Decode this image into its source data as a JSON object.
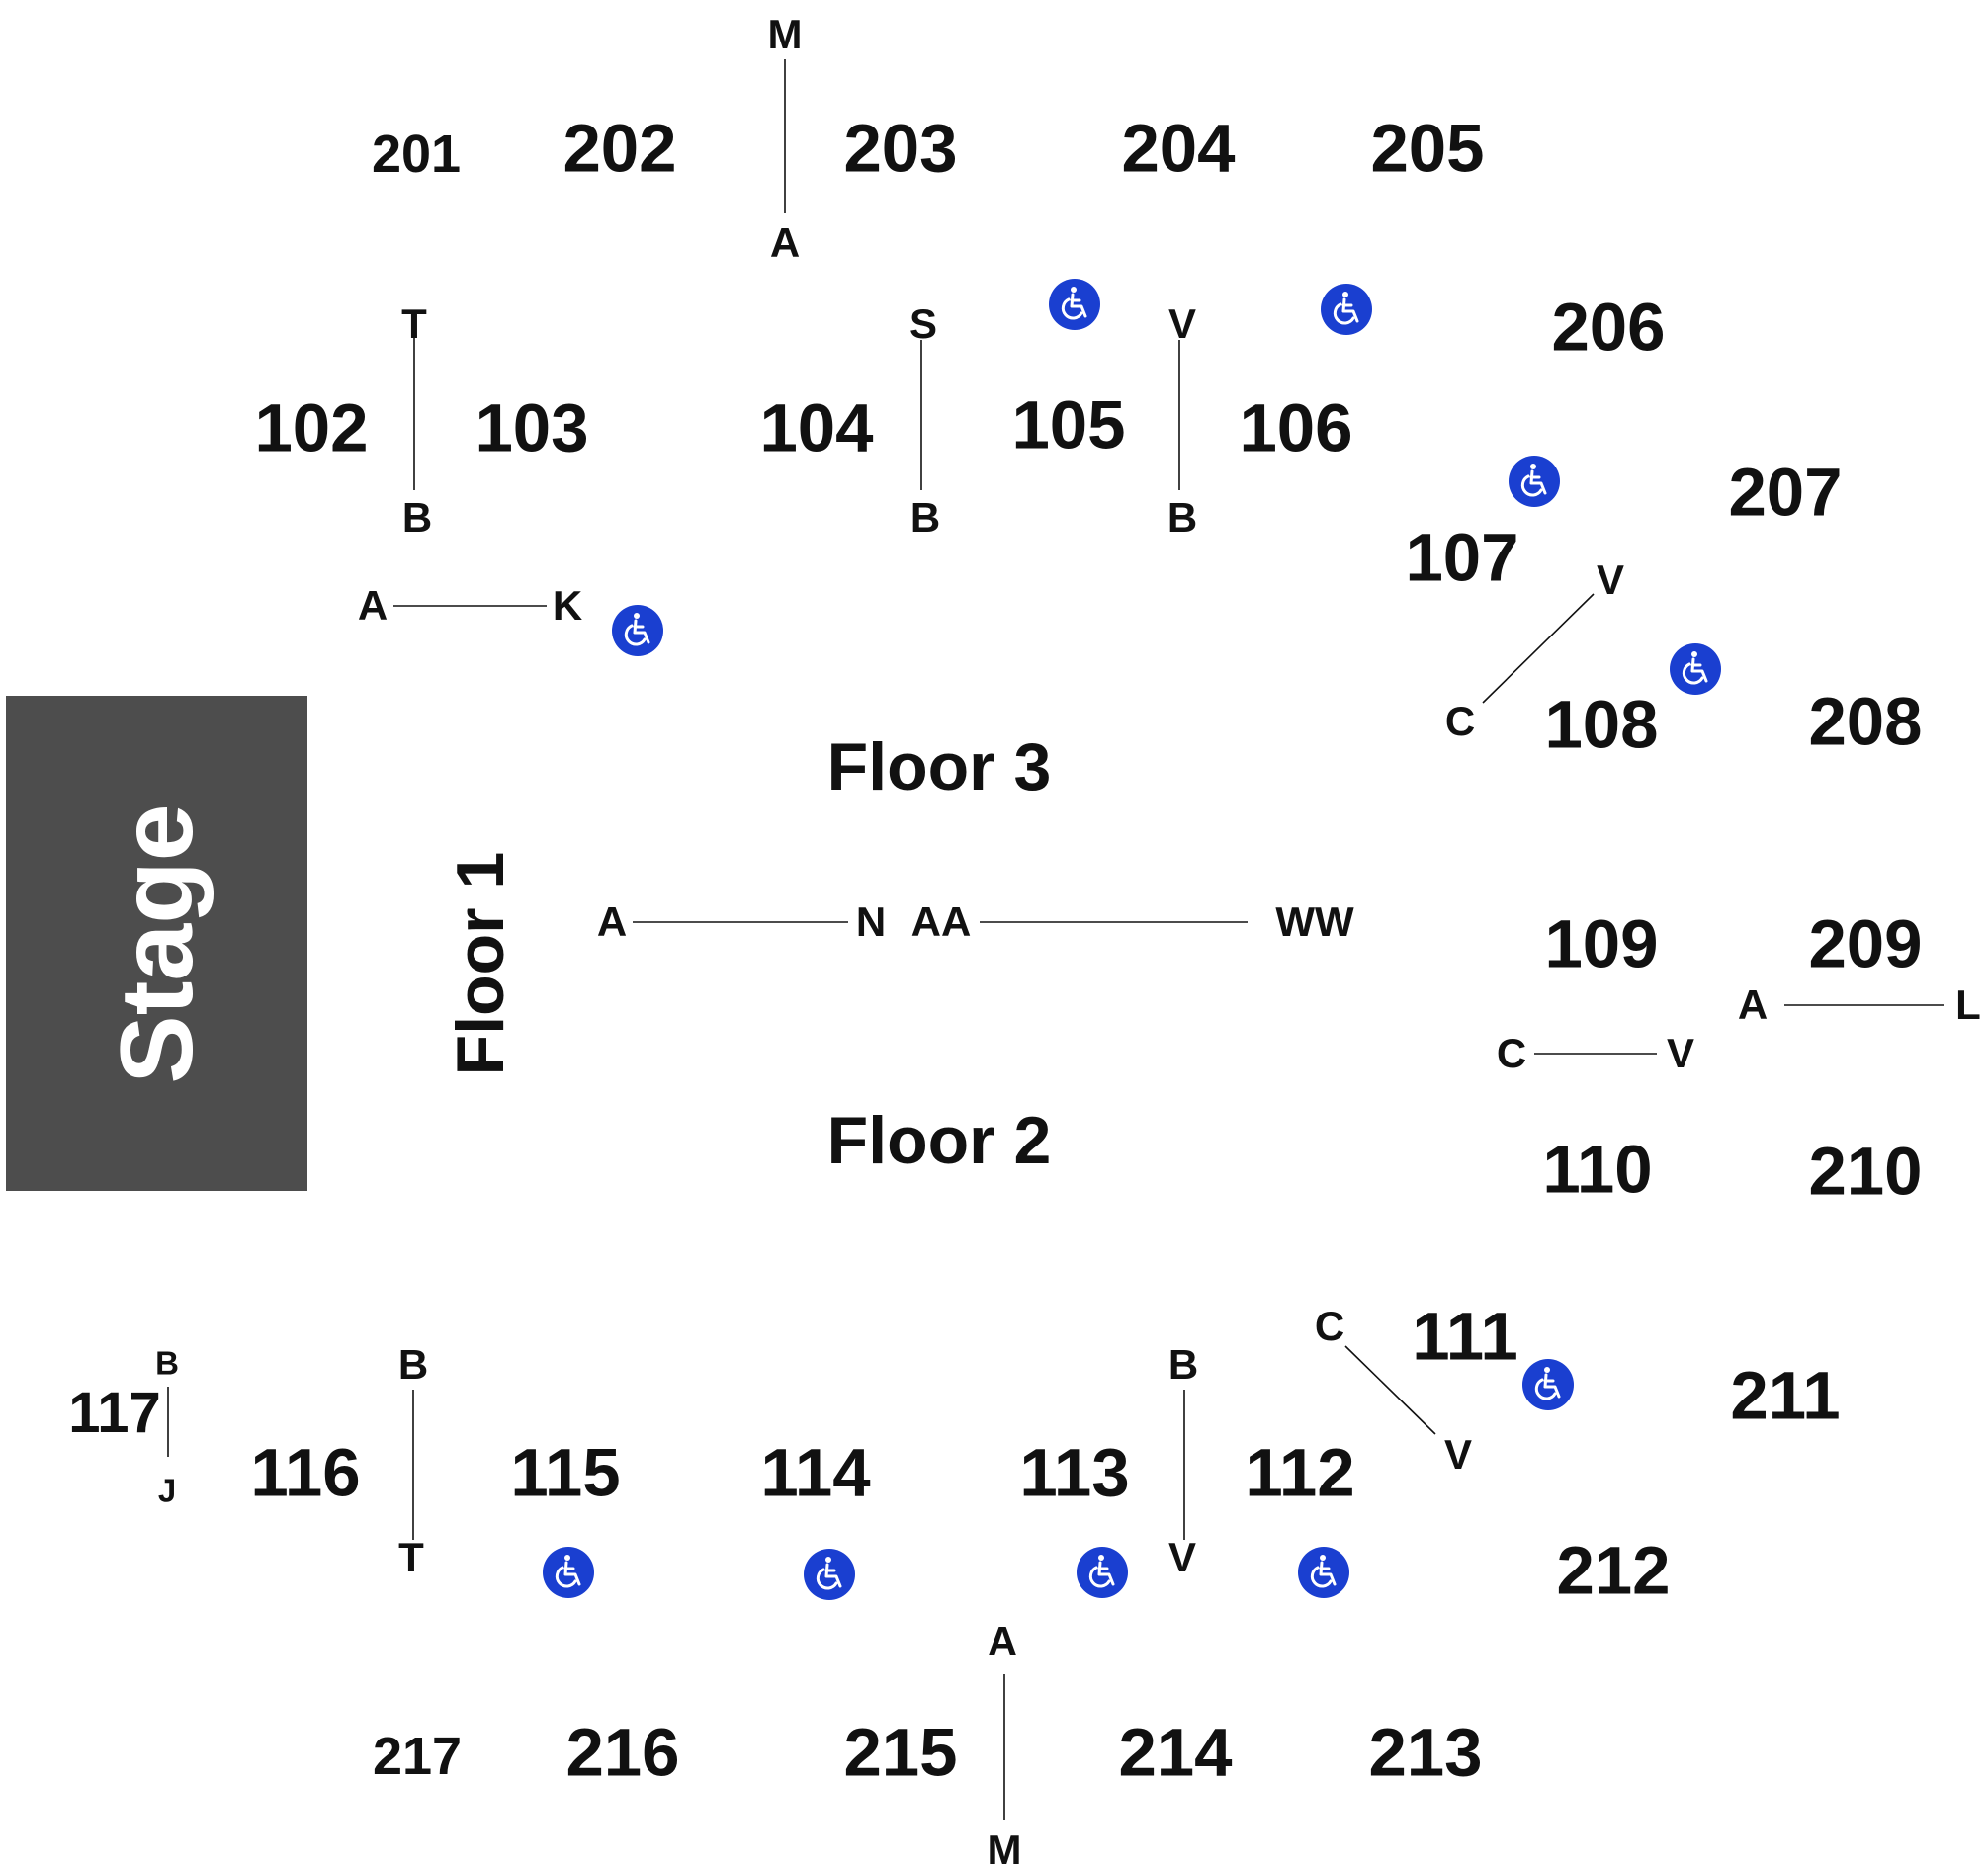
{
  "map": {
    "stage_label": "Stage",
    "floors": {
      "floor1": "Floor 1",
      "floor2": "Floor 2",
      "floor3": "Floor 3"
    },
    "sections": {
      "s201": "201",
      "s202": "202",
      "s203": "203",
      "s204": "204",
      "s205": "205",
      "s206": "206",
      "s207": "207",
      "s208": "208",
      "s209": "209",
      "s210": "210",
      "s211": "211",
      "s212": "212",
      "s213": "213",
      "s214": "214",
      "s215": "215",
      "s216": "216",
      "s217": "217",
      "s102": "102",
      "s103": "103",
      "s104": "104",
      "s105": "105",
      "s106": "106",
      "s107": "107",
      "s108": "108",
      "s109": "109",
      "s110": "110",
      "s111": "111",
      "s112": "112",
      "s113": "113",
      "s114": "114",
      "s115": "115",
      "s116": "116",
      "s117": "117"
    },
    "rows": {
      "r203_top": "M",
      "r203_bottom": "A",
      "r102_top": "T",
      "r102_bottom": "B",
      "r104_top": "S",
      "r104_bottom": "B",
      "r105_top": "V",
      "r105_bottom": "B",
      "r_stage_left": "A",
      "r_stage_right": "K",
      "r107_end": "V",
      "r107_start": "C",
      "r_floor_a": "A",
      "r_floor_n": "N",
      "r_floor_aa": "AA",
      "r_floor_ww": "WW",
      "r109_start": "C",
      "r109_end": "V",
      "r209_start": "A",
      "r209_end": "L",
      "r117_top": "B",
      "r117_bottom": "J",
      "r116_top": "B",
      "r116_bottom": "T",
      "r112_top": "B",
      "r112_bottom": "V",
      "r111_start": "C",
      "r111_end": "V",
      "r215_top": "A",
      "r215_bottom": "M"
    },
    "accessibility_icon": "wheelchair-icon",
    "colors": {
      "stage": "#4d4d4d",
      "accessible": "#1a3fd0",
      "text": "#111111"
    }
  }
}
